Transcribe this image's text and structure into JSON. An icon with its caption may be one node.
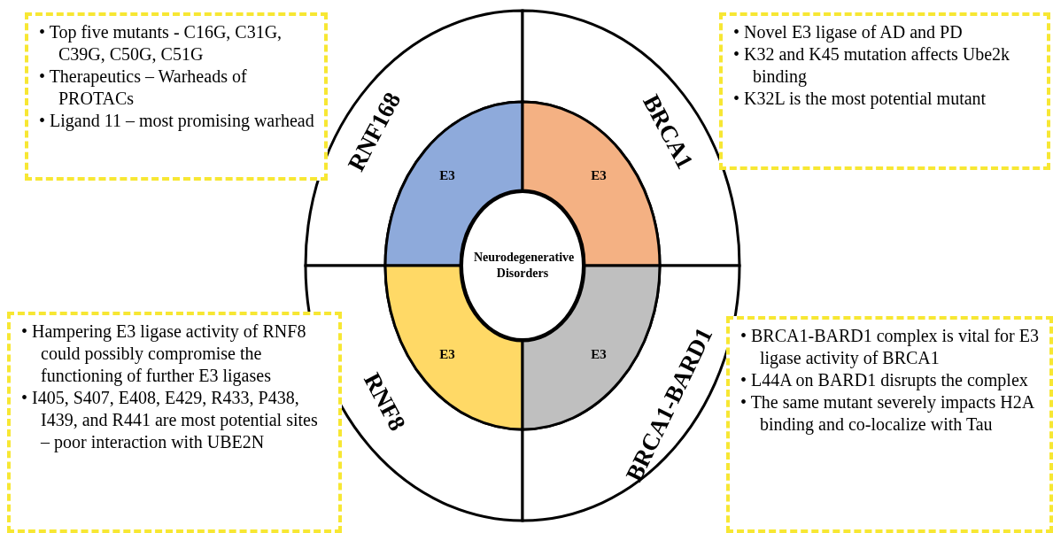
{
  "diagram": {
    "nodes": [
      {
        "text": [
          "Neurodegenerative Disorders"
        ]
      },
      {
        "text": [
          "RNF168"
        ]
      },
      {
        "text": [
          "BRCA1"
        ]
      },
      {
        "text": [
          "RNF8"
        ]
      },
      {
        "text": [
          "BRCA1-BARD1"
        ]
      },
      {
        "text": [
          "E3"
        ]
      },
      {
        "text": [
          "E3"
        ]
      },
      {
        "text": [
          "E3"
        ]
      },
      {
        "text": [
          "E3"
        ]
      },
      {
        "text": [
          "• Top five mutants - C16G, C31G, C39G, C50G, C51G",
          "• Therapeutics – Warheads of PROTACs",
          "• Ligand 11 – most promising warhead"
        ]
      },
      {
        "text": [
          "• Novel E3 ligase of AD and PD",
          "• K32 and K45 mutation affects Ube2k binding",
          "• K32L is the most potential mutant"
        ]
      },
      {
        "text": [
          "• Hampering E3 ligase activity of RNF8 could possibly compromise the functioning of further E3 ligases",
          "• I405, S407, E408, E429, R433, P438, I439, and R441 are most potential sites – poor interaction with UBE2N"
        ]
      },
      {
        "text": [
          "• BRCA1-BARD1 complex is vital for E3 ligase activity of BRCA1",
          "• L44A on BARD1 disrupts the complex",
          "• The same mutant severely impacts H2A binding and co-localize with Tau"
        ]
      }
    ]
  }
}
